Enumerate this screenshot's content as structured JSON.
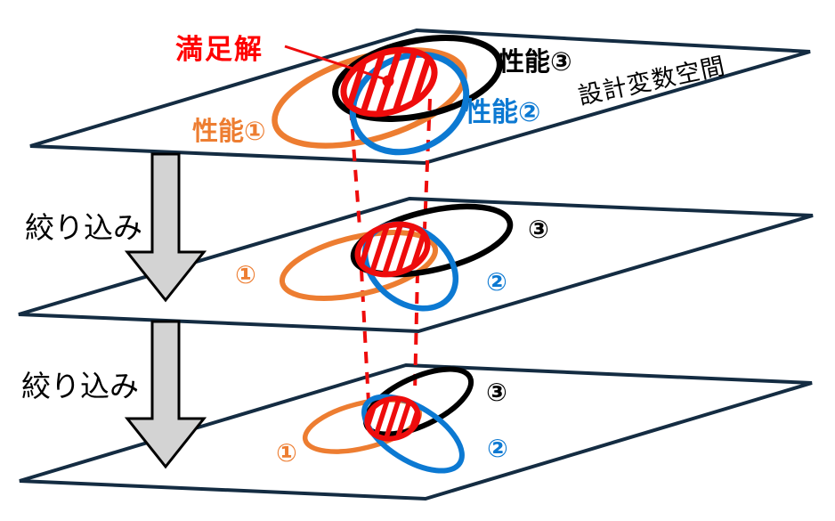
{
  "colors": {
    "plane_edge": "#142c42",
    "plane_fill": "#ffffff",
    "orange": "#ed7d31",
    "blue": "#0c79d2",
    "black": "#000000",
    "red": "#ee0c0c",
    "red_text": "#ff0000",
    "arrow_fill": "#d3d3d3",
    "arrow_stroke": "#000000",
    "text_black": "#000000"
  },
  "labels": {
    "satisfactory_solution": "満足解",
    "performance_1": "性能①",
    "performance_2": "性能②",
    "performance_3": "性能③",
    "design_variable_space": "設計変数空間",
    "narrowing_down": "絞り込み",
    "circled_1": "①",
    "circled_2": "②",
    "circled_3": "③"
  }
}
